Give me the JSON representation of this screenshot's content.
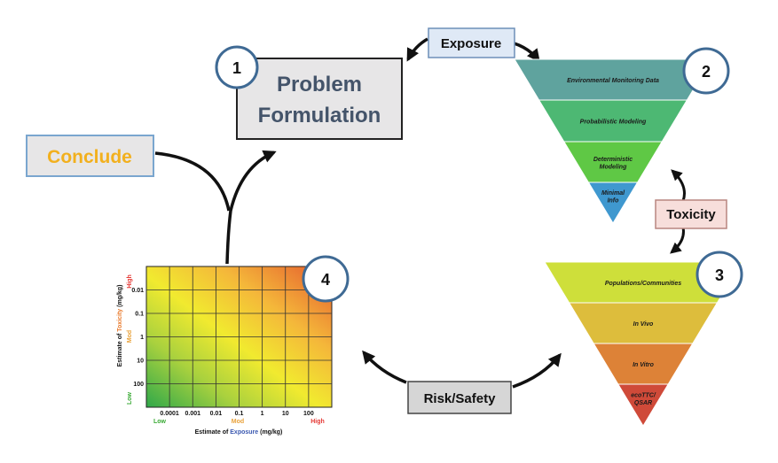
{
  "boxes": {
    "problem_line1": "Problem",
    "problem_line2": "Formulation",
    "conclude": "Conclude",
    "exposure": "Exposure",
    "toxicity": "Toxicity",
    "risk": "Risk/Safety"
  },
  "badges": [
    "1",
    "2",
    "3",
    "4"
  ],
  "exposure_pyramid": [
    {
      "lines": [
        "Environmental Monitoring Data"
      ],
      "color": "#5fa39e"
    },
    {
      "lines": [
        "Probabilistic Modeling"
      ],
      "color": "#4db873"
    },
    {
      "lines": [
        "Deterministic",
        "Modeling"
      ],
      "color": "#5fc845"
    },
    {
      "lines": [
        "Minimal",
        "Info"
      ],
      "color": "#3f98cf"
    }
  ],
  "toxicity_pyramid": [
    {
      "lines": [
        "Populations/Communities"
      ],
      "color": "#cedf3a"
    },
    {
      "lines": [
        "In Vivo"
      ],
      "color": "#ddbd3c"
    },
    {
      "lines": [
        "In Vitro"
      ],
      "color": "#dd8237"
    },
    {
      "lines": [
        "ecoTTC/",
        "QSAR"
      ],
      "color": "#cf4a39"
    }
  ],
  "heatmap": {
    "x_ticks": [
      "0.0001",
      "0.001",
      "0.01",
      "0.1",
      "1",
      "10",
      "100"
    ],
    "y_ticks": [
      "0.01",
      "0.1",
      "1",
      "10",
      "100"
    ],
    "x_low": "Low",
    "x_mod": "Mod",
    "x_high": "High",
    "y_low": "Low",
    "y_mod": "Mod",
    "y_high": "High",
    "x_label_pre": "Estimate of ",
    "x_label_key": "Exposure",
    "x_label_post": " (mg/kg)",
    "y_label_pre": "Estimate of ",
    "y_label_key": "Toxicity",
    "y_label_post": " (mg/kg)"
  },
  "colors": {
    "badge_border": "#3f6a94",
    "conclude_text": "#f2b01e",
    "problem_text": "#44546a",
    "exposure_key": "#3a58b0",
    "toxicity_key": "#e97b2e",
    "low": "#3aaa35",
    "mod": "#e9a23b",
    "high": "#e53935"
  }
}
